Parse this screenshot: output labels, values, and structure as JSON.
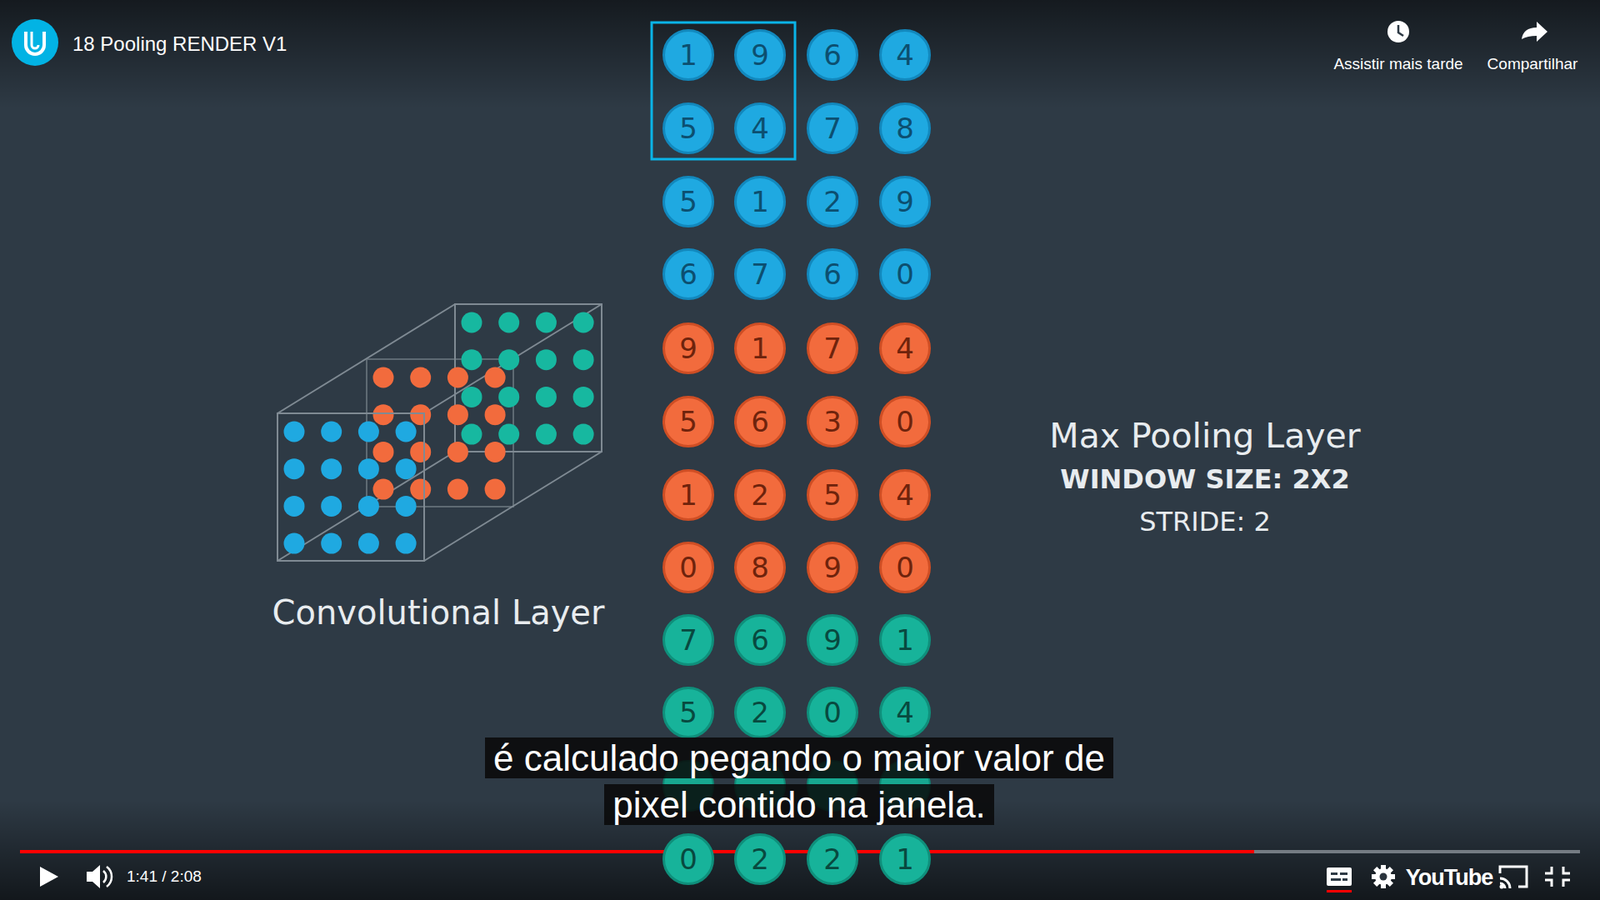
{
  "diagram": {
    "nodes": [
      {
        "text": [
          "1"
        ]
      },
      {
        "text": [
          "9"
        ]
      },
      {
        "text": [
          "6"
        ]
      },
      {
        "text": [
          "4"
        ]
      },
      {
        "text": [
          "5"
        ]
      },
      {
        "text": [
          "4"
        ]
      },
      {
        "text": [
          "7"
        ]
      },
      {
        "text": [
          "8"
        ]
      },
      {
        "text": [
          "5"
        ]
      },
      {
        "text": [
          "1"
        ]
      },
      {
        "text": [
          "2"
        ]
      },
      {
        "text": [
          "9"
        ]
      },
      {
        "text": [
          "6"
        ]
      },
      {
        "text": [
          "7"
        ]
      },
      {
        "text": [
          "6"
        ]
      },
      {
        "text": [
          "0"
        ]
      },
      {
        "text": [
          "9"
        ]
      },
      {
        "text": [
          "1"
        ]
      },
      {
        "text": [
          "7"
        ]
      },
      {
        "text": [
          "4"
        ]
      },
      {
        "text": [
          "5"
        ]
      },
      {
        "text": [
          "6"
        ]
      },
      {
        "text": [
          "3"
        ]
      },
      {
        "text": [
          "0"
        ]
      },
      {
        "text": [
          "1"
        ]
      },
      {
        "text": [
          "2"
        ]
      },
      {
        "text": [
          "5"
        ]
      },
      {
        "text": [
          "4"
        ]
      },
      {
        "text": [
          "0"
        ]
      },
      {
        "text": [
          "8"
        ]
      },
      {
        "text": [
          "9"
        ]
      },
      {
        "text": [
          "0"
        ]
      },
      {
        "text": [
          "7"
        ]
      },
      {
        "text": [
          "6"
        ]
      },
      {
        "text": [
          "9"
        ]
      },
      {
        "text": [
          "1"
        ]
      },
      {
        "text": [
          "5"
        ]
      },
      {
        "text": [
          "2"
        ]
      },
      {
        "text": [
          "0"
        ]
      },
      {
        "text": [
          "4"
        ]
      },
      {
        "text": [
          "0"
        ]
      },
      {
        "text": [
          "2"
        ]
      },
      {
        "text": [
          "2"
        ]
      },
      {
        "text": [
          "1"
        ]
      }
    ],
    "labels": [
      "18 Pooling RENDER V1",
      "Assistir mais tarde",
      "Compartilhar",
      "Convolutional Layer",
      "Max Pooling Layer",
      "WINDOW SIZE: 2X2",
      "STRIDE: 2",
      "é calculado pegando o maior valor de pixel contido na janela.",
      "1:41 / 2:08",
      "YouTube"
    ]
  }
}
